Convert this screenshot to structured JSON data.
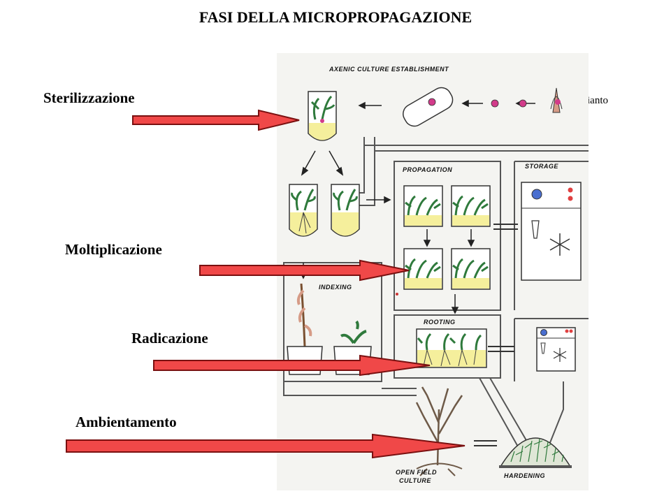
{
  "title": "FASI DELLA MICROPROPAGAZIONE",
  "steps": [
    {
      "label": "Sterilizzazione"
    },
    {
      "label": "Moltiplicazione"
    },
    {
      "label": "Radicazione"
    },
    {
      "label": "Ambientamento"
    }
  ],
  "espianto_label": "espianto",
  "diagram": {
    "axenic": "AXENIC CULTURE ESTABLISHMENT",
    "propagation": "PROPAGATION",
    "storage": "STORAGE",
    "indexing": "INDEXING",
    "rooting": "ROOTING",
    "open_field_1": "OPEN FIELD",
    "open_field_2": "CULTURE",
    "hardening": "HARDENING"
  },
  "colors": {
    "arrow_fill": "#f04848",
    "arrow_stroke": "#7a1010",
    "medium": "#f5ef9c",
    "panel_bg": "#f4f4f1",
    "leaf": "#2f7a3c"
  }
}
